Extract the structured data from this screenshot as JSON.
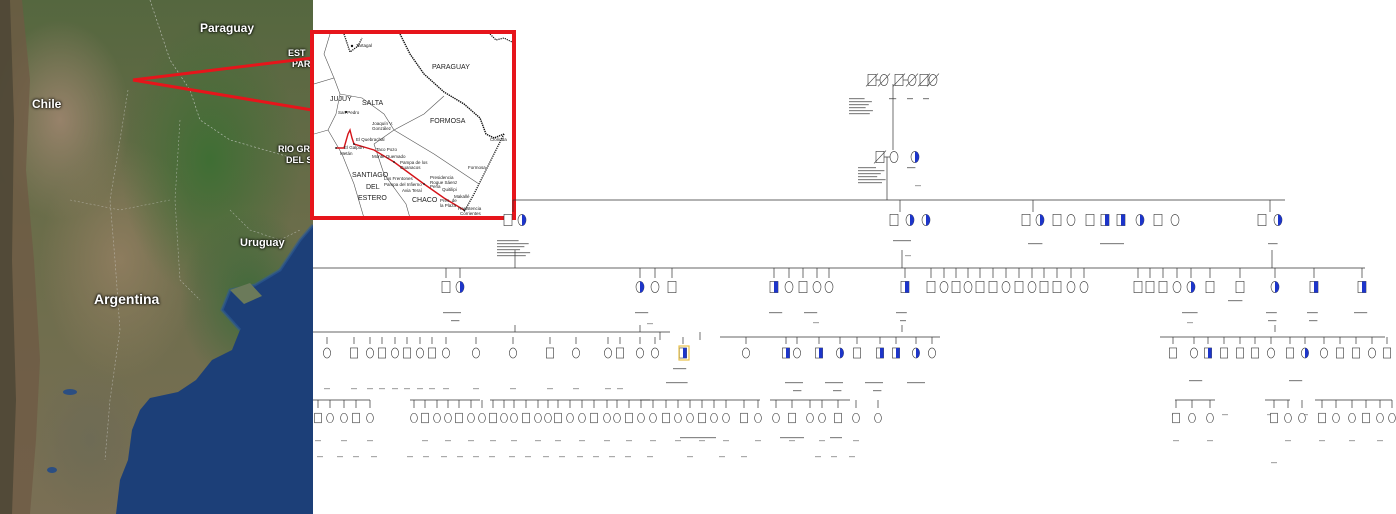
{
  "satellite_map": {
    "labels": {
      "paraguay": "Paraguay",
      "chile": "Chile",
      "estado_partial": "EST",
      "parana_partial": "PAR",
      "rio_grande_partial": "RIO GR",
      "del_sul_partial": "DEL S",
      "uruguay": "Uruguay",
      "argentina": "Argentina"
    },
    "colors": {
      "highlight_border": "#e6151b",
      "ocean": "#1c3f78"
    }
  },
  "inset_map": {
    "regions": {
      "paraguay": "PARAGUAY",
      "jujuy": "JUJUY",
      "salta": "SALTA",
      "formosa": "FORMOSA",
      "santiago": "SANTIAGO",
      "del": "DEL",
      "estero": "ESTERO",
      "chaco": "CHACO"
    },
    "places": {
      "tartagal": "Tartagal",
      "san_pedro": "San Pedro",
      "joaquin_gonzalez": "Joaquín V. González",
      "el_quebrachal": "El Quebrachal",
      "el_galpon": "El Galpón",
      "metan": "Metán",
      "taco_pozo": "Taco Pozo",
      "monte_quemado": "Monte Quemado",
      "pampa_guanacos": "Pampa de los Guanacos",
      "los_frentones": "Los Frentones",
      "pampa_infierno": "Pampa del Infierno",
      "avia_terai": "Avia Teraí",
      "presidencia_roque": "Presidencia Roque Sáenz Peña",
      "quitilipi": "Quitilipi",
      "makalle": "Makallé",
      "pres_plaza": "Pres. de la Plaza",
      "resistencia": "Resistencia",
      "corrientes": "Corrientes",
      "clorinda": "Clorinda",
      "formosa_city": "Formosa"
    },
    "colors": {
      "route": "#d4141a"
    }
  },
  "pedigree": {
    "colors": {
      "affected": "#1d35c9",
      "line": "#333333",
      "carrier_yellow": "#e8c24a"
    },
    "generation_count": 6
  }
}
